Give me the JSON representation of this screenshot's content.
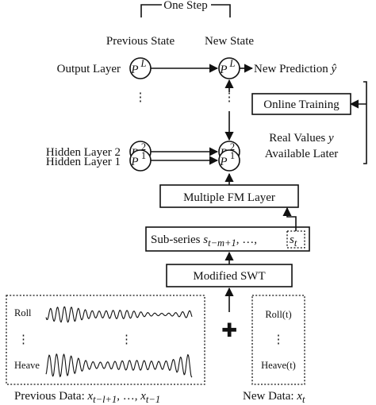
{
  "one_step": "One Step",
  "previous_state": "Previous State",
  "new_state": "New State",
  "layers": {
    "output": "Output Layer",
    "hidden2": "Hidden Layer 2",
    "hidden1": "Hidden Layer 1"
  },
  "nodes": {
    "pL_base": "P",
    "pL_sup": "L",
    "p2_base": "P",
    "p2_sup": "2",
    "p1_base": "P",
    "p1_sup": "1"
  },
  "vertical_dots": "⋮",
  "new_prediction": {
    "text": "New Prediction ",
    "symbol": "ŷ"
  },
  "online_training": "Online Training",
  "real_values": {
    "line1": "Real Values ",
    "symbol": "y",
    "line2": "Available Later"
  },
  "multiple_fm_layer": "Multiple FM Layer",
  "sub_series": {
    "text": "Sub-series ",
    "s": "s",
    "sub_first": "t−m+1",
    "mid": ", …, ",
    "s_last": "s",
    "sub_last": "t"
  },
  "modified_swt": "Modified SWT",
  "previous_panel": {
    "roll": "Roll",
    "heave": "Heave",
    "dots": "⋮"
  },
  "new_panel": {
    "roll": "Roll(t)",
    "heave": "Heave(t)",
    "dots": "⋮"
  },
  "plus_symbol": "✚",
  "previous_data": {
    "text": "Previous Data: ",
    "x": "x",
    "sub_first": "t−l+1",
    "mid": ", …, ",
    "x2": "x",
    "sub_last": "t−1"
  },
  "new_data": {
    "text": "New Data: ",
    "x": "x",
    "sub": "t"
  }
}
